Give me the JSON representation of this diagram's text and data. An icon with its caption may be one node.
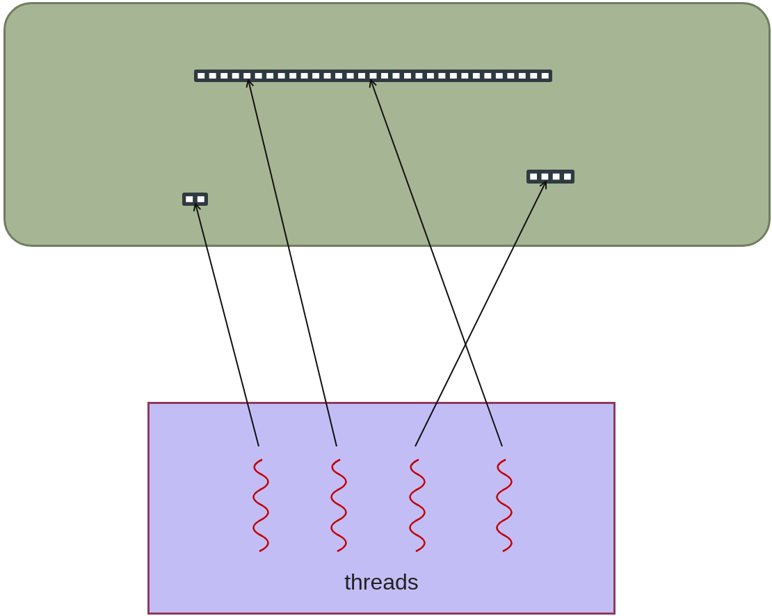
{
  "diagram": {
    "nodes": [
      {
        "text": [],
        "shape": "box"
      },
      {
        "text": [],
        "shape": "bar",
        "in": 0
      },
      {
        "text": [],
        "shape": "bar",
        "in": 0
      },
      {
        "text": [],
        "shape": "bar",
        "in": 0
      },
      {
        "text": [
          "threads"
        ]
      },
      {
        "text": [],
        "shape": "picture",
        "in": 4
      },
      {
        "text": [],
        "shape": "picture",
        "in": 4
      },
      {
        "text": [],
        "shape": "picture",
        "in": 4
      },
      {
        "text": [],
        "shape": "picture",
        "in": 4
      }
    ],
    "edges": [
      {
        "from": 5,
        "to": 2,
        "arrow": "to"
      },
      {
        "from": 6,
        "to": 1,
        "arrow": "to"
      },
      {
        "from": 7,
        "to": 3,
        "arrow": "to"
      },
      {
        "from": 8,
        "to": 1,
        "arrow": "to"
      }
    ]
  }
}
